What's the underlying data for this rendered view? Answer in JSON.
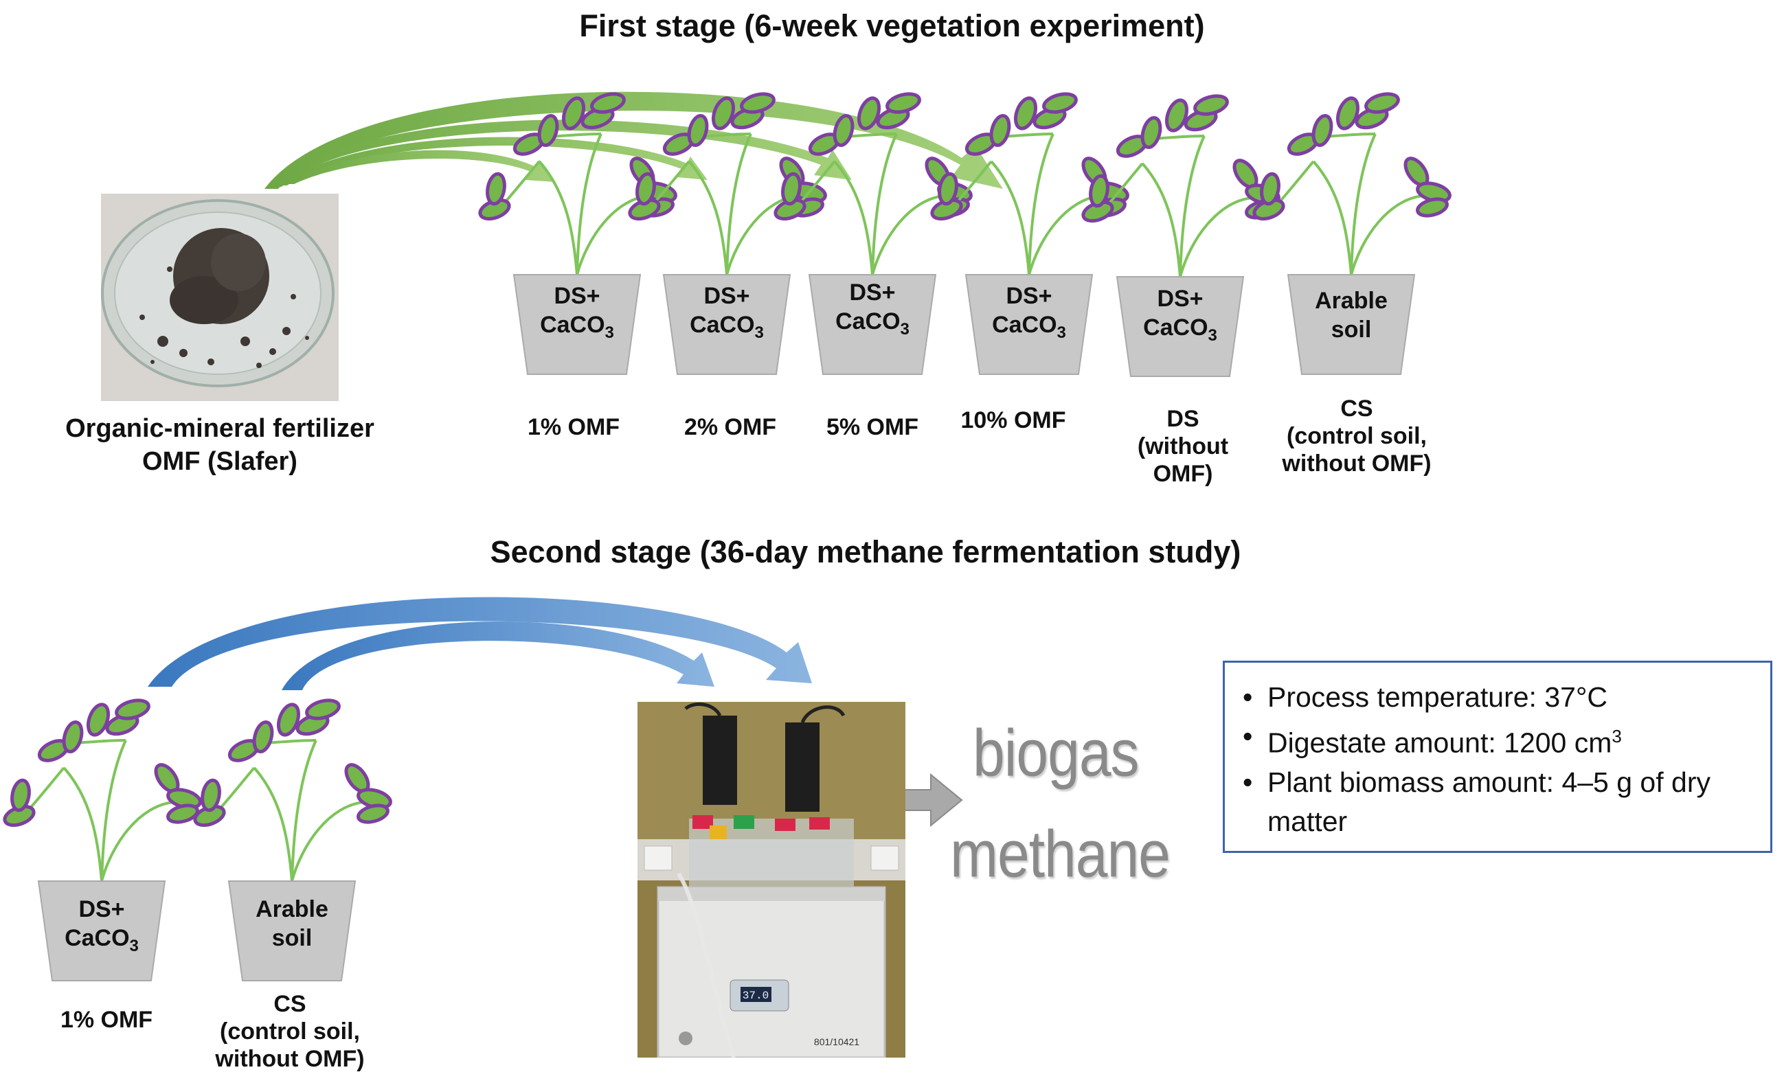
{
  "stage1": {
    "title": "First stage (6-week vegetation experiment)",
    "source": {
      "line1": "Organic-mineral fertilizer",
      "line2": "OMF (Slafer)"
    },
    "pots": [
      {
        "l1": "DS+",
        "l2": "CaCO",
        "sub": "3",
        "caption": [
          "1% OMF"
        ]
      },
      {
        "l1": "DS+",
        "l2": "CaCO",
        "sub": "3",
        "caption": [
          "2% OMF"
        ]
      },
      {
        "l1": "DS+",
        "l2": "CaCO",
        "sub": "3",
        "caption": [
          "5% OMF"
        ]
      },
      {
        "l1": "DS+",
        "l2": "CaCO",
        "sub": "3",
        "caption": [
          "10% OMF"
        ]
      },
      {
        "l1": "DS+",
        "l2": "CaCO",
        "sub": "3",
        "caption": [
          "DS",
          "(without",
          "OMF)"
        ]
      },
      {
        "l1": "Arable",
        "l2": "soil",
        "sub": "",
        "caption": [
          "CS",
          "(control soil,",
          "without OMF)"
        ]
      }
    ]
  },
  "stage2": {
    "title": "Second stage (36-day methane fermentation study)",
    "pots": [
      {
        "l1": "DS+",
        "l2": "CaCO",
        "sub": "3",
        "caption": [
          "1% OMF"
        ]
      },
      {
        "l1": "Arable",
        "l2": "soil",
        "sub": "",
        "caption": [
          "CS",
          "(control soil,",
          "without OMF)"
        ]
      }
    ],
    "outputs": {
      "biogas": "biogas",
      "methane": "methane"
    },
    "reactor_display": "37.0",
    "reactor_tag": "801/10421",
    "parameters": {
      "temperature": "Process temperature: 37°C",
      "digestate_prefix": "Digestate amount: 1200 cm",
      "digestate_sup": "3",
      "biomass": "Plant biomass amount: 4–5 g of dry matter"
    }
  },
  "colors": {
    "green_arrow": "#7fb552",
    "blue_arrow": "#4a87c9",
    "leaf": "#74b64a",
    "leaf_outline": "#7e3fa1",
    "pot": "#c8c8c8",
    "box_border": "#3f64a8"
  }
}
